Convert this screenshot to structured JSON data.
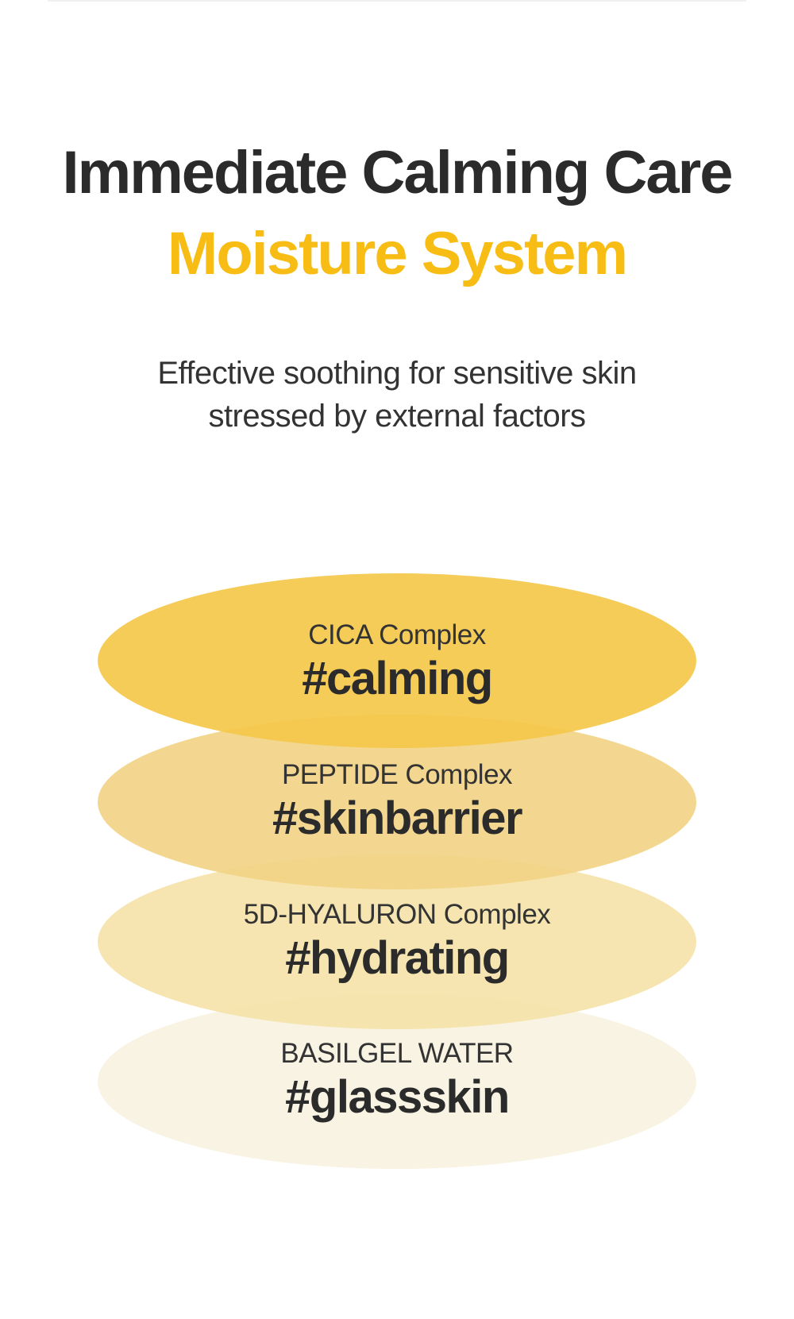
{
  "header": {
    "title_line_1": "Immediate Calming Care",
    "title_line_2": "Moisture System",
    "accent_color": "#f8bd14"
  },
  "description": {
    "line_1": "Effective soothing for sensitive skin",
    "line_2": "stressed by external factors"
  },
  "layers": [
    {
      "label": "CICA Complex",
      "tag": "#calming",
      "color": "#f5c84a"
    },
    {
      "label": "PEPTIDE Complex",
      "tag": "#skinbarrier",
      "color": "#f2d487"
    },
    {
      "label": "5D-HYALURON Complex",
      "tag": "#hydrating",
      "color": "#f5e3a9"
    },
    {
      "label": "BASILGEL WATER",
      "tag": "#glassskin",
      "color": "#f8f3e2"
    }
  ]
}
